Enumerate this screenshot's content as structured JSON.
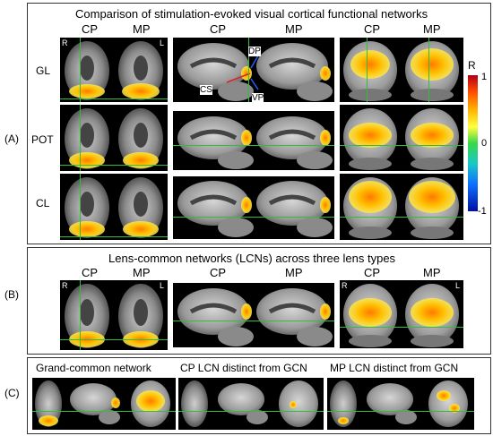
{
  "panelA": {
    "letter": "(A)",
    "title": "Comparison of stimulation-evoked visual cortical functional networks",
    "col_labels": [
      "CP",
      "MP",
      "CP",
      "MP",
      "CP",
      "MP"
    ],
    "row_labels": [
      "GL",
      "POT",
      "CL"
    ],
    "orientation_left": "R",
    "orientation_right": "L",
    "annotations": [
      "DP",
      "CS",
      "VP"
    ],
    "colorbar": {
      "label": "R",
      "ticks": [
        "1",
        "0",
        "-1"
      ]
    }
  },
  "panelB": {
    "letter": "(B)",
    "title": "Lens-common networks (LCNs) across three lens types",
    "col_labels": [
      "CP",
      "MP",
      "CP",
      "MP",
      "CP",
      "MP"
    ],
    "orientation_left": "R",
    "orientation_right": "L"
  },
  "panelC": {
    "letter": "(C)",
    "titles": [
      "Grand-common network",
      "CP LCN distinct from GCN",
      "MP LCN distinct from GCN"
    ]
  },
  "colors": {
    "crosshair": "#2fbf3a",
    "activation_hot": "#ff8a00",
    "activation_yellow": "#ffe030"
  }
}
